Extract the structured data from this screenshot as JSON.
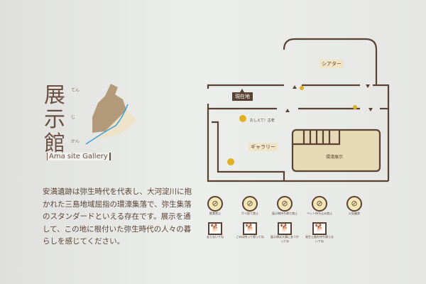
{
  "title": {
    "chars": [
      "展",
      "示",
      "館"
    ],
    "ruby": [
      "てん",
      "じ",
      "かん"
    ],
    "subtitle": "Ama site Gallery"
  },
  "description": "安満遺跡は弥生時代を代表し、大河淀川に抱かれた三島地域屈指の環濠集落で、弥生集落のスタンダードといえる存在です。展示を通して、この地に根付いた弥生時代の人々の暮らしを感じてください。",
  "map": {
    "theater": "シアター",
    "current_location": "現在地",
    "gallery": "ギャラリー",
    "moat_exhibit": "環濠展示",
    "mascot_caption": "おしえて！古老"
  },
  "rules": {
    "prohibited": [
      {
        "icon": "no-eating-icon",
        "label": "飲食禁止"
      },
      {
        "icon": "no-littering-icon",
        "label": "ポイ捨て禁止"
      },
      {
        "icon": "no-taking-exhibits-icon",
        "label": "展示物持ち帰り禁止"
      },
      {
        "icon": "no-pets-icon",
        "label": "ペット持ち込み禁止"
      },
      {
        "icon": "no-fire-icon",
        "label": "火気厳禁"
      }
    ],
    "requests": [
      {
        "icon": "no-running-icon",
        "label": "走らないでね"
      },
      {
        "icon": "take-trash-home-icon",
        "label": "ごみは持って帰ってね"
      },
      {
        "icon": "handle-with-care-icon",
        "label": "展示物は大事にあつかってね"
      },
      {
        "icon": "dont-touch-icon",
        "label": "発生土器を持ち帰らないでね"
      }
    ]
  },
  "colors": {
    "brown": "#5a4233",
    "beige": "#efe3c8",
    "river": "#3aa0d8"
  }
}
